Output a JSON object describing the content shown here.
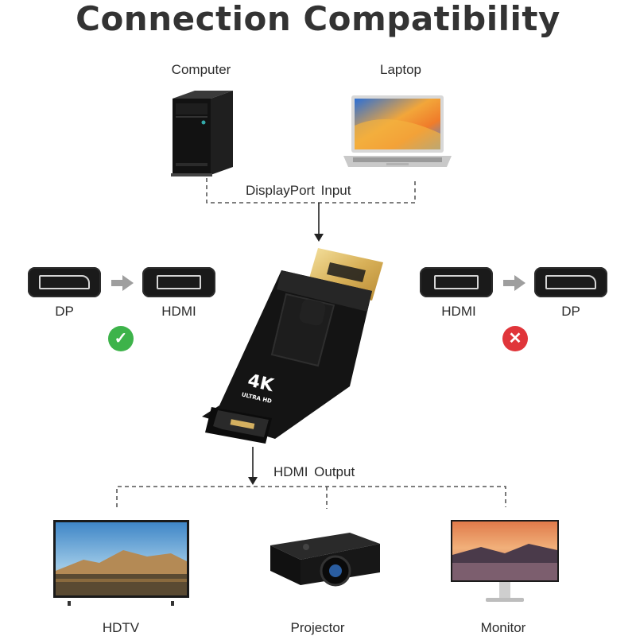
{
  "title": "Connection Compatibility",
  "sources": {
    "computer_label": "Computer",
    "laptop_label": "Laptop",
    "input_label": "DisplayPort  Input"
  },
  "adapter": {
    "badge_main": "4K",
    "badge_sub": "ULTRA HD",
    "output_label": "HDMI  Output"
  },
  "direction_left": {
    "from_label": "DP",
    "to_label": "HDMI",
    "status": "supported",
    "status_color": "#3db34a"
  },
  "direction_right": {
    "from_label": "HDMI",
    "to_label": "DP",
    "status": "not-supported",
    "status_color": "#e0353a"
  },
  "displays": {
    "hdtv_label": "HDTV",
    "projector_label": "Projector",
    "monitor_label": "Monitor"
  }
}
